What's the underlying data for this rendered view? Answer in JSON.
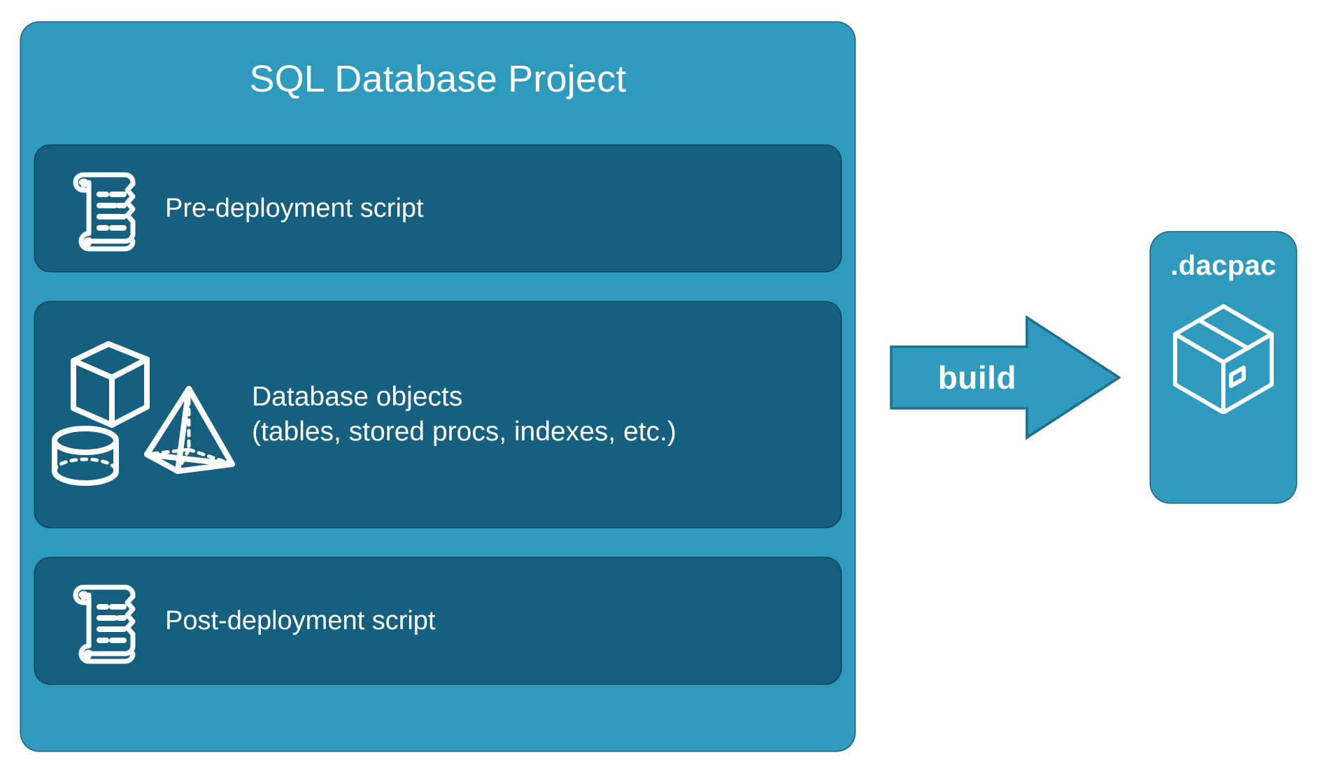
{
  "diagram": {
    "title_text": "SQL Database Project",
    "background_color": "#FFFFFF",
    "container": {
      "label": "SQL Database Project",
      "fill_color": "#2E9BBE",
      "border_color": "#1E5F7A"
    },
    "cards": [
      {
        "id": "pre-deployment",
        "label": "Pre-deployment script",
        "icon": "scroll-icon",
        "fill_color": "#16607F"
      },
      {
        "id": "database-objects",
        "label": "Database objects\n(tables, stored procs, indexes, etc.)",
        "line1": "Database objects",
        "line2": "(tables, stored procs, indexes, etc.)",
        "icon": "3d-shapes-icon",
        "icon_parts": [
          "cube-icon",
          "pyramid-icon",
          "cylinder-icon"
        ],
        "fill_color": "#16607F"
      },
      {
        "id": "post-deployment",
        "label": "Post-deployment script",
        "icon": "scroll-icon",
        "fill_color": "#16607F"
      }
    ],
    "arrow": {
      "label": "build",
      "direction": "right",
      "fill_color": "#2E9BBE",
      "border_color": "#1E6E8C"
    },
    "output": {
      "label": ".dacpac",
      "icon": "package-box-icon",
      "fill_color": "#2E9BBE",
      "border_color": "#1E5F7A"
    }
  }
}
